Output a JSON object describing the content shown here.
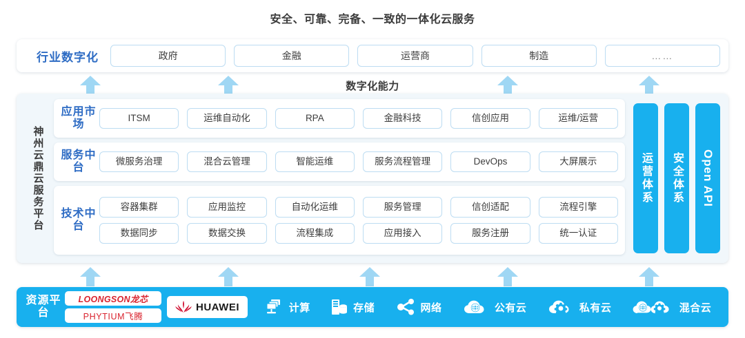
{
  "title": "安全、可靠、完备、一致的一体化云服务",
  "capability_label": "数字化能力",
  "colors": {
    "brand_blue": "#18b0ee",
    "label_blue": "#2e6cc4",
    "arrow_blue": "#9fd7f4",
    "pill_border": "#bcdcf2",
    "panel_bg": "#f1f7fb",
    "logo_red": "#d9232e",
    "huawei_red": "#cf0a2c"
  },
  "industry": {
    "label": "行业数字化",
    "items": [
      {
        "label": "政府"
      },
      {
        "label": "金融"
      },
      {
        "label": "运营商"
      },
      {
        "label": "制造"
      },
      {
        "label": "……"
      }
    ]
  },
  "platform": {
    "label": "神州云鼎云服务平台",
    "tiers": [
      {
        "label": "应用市场",
        "rows": [
          [
            "ITSM",
            "运维自动化",
            "RPA",
            "金融科技",
            "信创应用",
            "运维/运营"
          ]
        ]
      },
      {
        "label": "服务中台",
        "rows": [
          [
            "微服务治理",
            "混合云管理",
            "智能运维",
            "服务流程管理",
            "DevOps",
            "大屏展示"
          ]
        ]
      },
      {
        "label": "技术中台",
        "rows": [
          [
            "容器集群",
            "应用监控",
            "自动化运维",
            "服务管理",
            "信创适配",
            "流程引擎"
          ],
          [
            "数据同步",
            "数据交换",
            "流程集成",
            "应用接入",
            "服务注册",
            "统一认证"
          ]
        ]
      }
    ],
    "vertical_bars": [
      {
        "label": "运营体系",
        "orientation": "cjk"
      },
      {
        "label": "安全体系",
        "orientation": "cjk"
      },
      {
        "label": "Open API",
        "orientation": "latin"
      }
    ]
  },
  "resource": {
    "label": "资源平台",
    "chips": [
      {
        "name": "loongson-logo",
        "text": "LOONGSON龙芯"
      },
      {
        "name": "phytium-logo",
        "text": "PHYTIUM飞腾"
      }
    ],
    "huawei": {
      "name": "huawei-logo",
      "text": "HUAWEI"
    },
    "items": [
      {
        "icon": "compute-icon",
        "label": "计算"
      },
      {
        "icon": "storage-icon",
        "label": "存储"
      },
      {
        "icon": "network-icon",
        "label": "网络"
      },
      {
        "icon": "public-cloud-icon",
        "label": "公有云"
      },
      {
        "icon": "private-cloud-icon",
        "label": "私有云"
      },
      {
        "icon": "hybrid-cloud-icon",
        "label": "混合云"
      }
    ]
  },
  "arrows": {
    "top_x": [
      116,
      316,
      721,
      926
    ],
    "bottom_x": [
      116,
      316,
      521,
      721,
      926
    ]
  }
}
